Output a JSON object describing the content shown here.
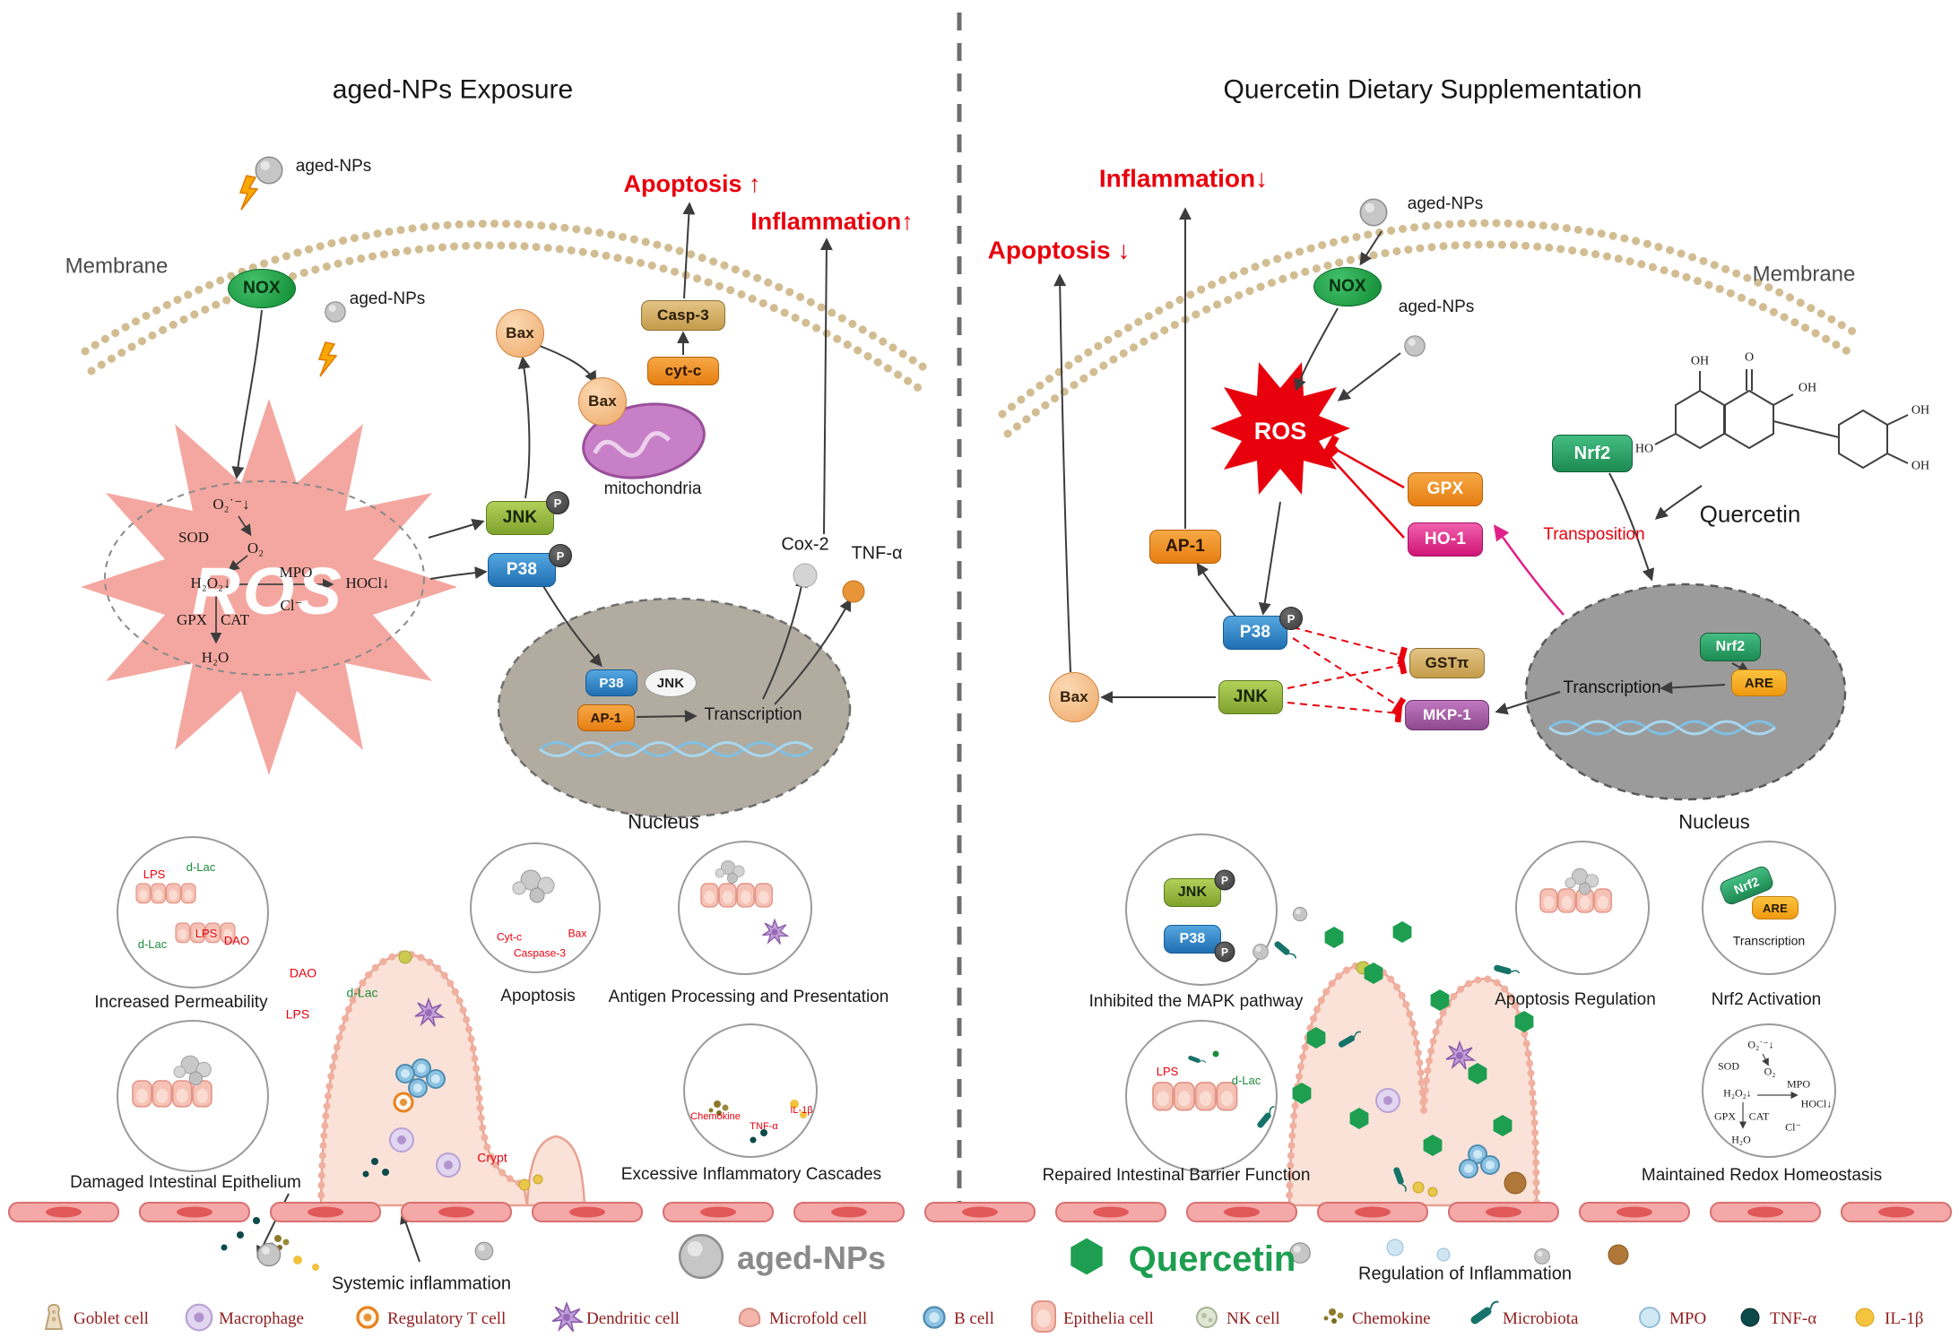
{
  "sym": {
    "p": "P"
  },
  "left": {
    "title": "aged-NPs Exposure",
    "membrane": "Membrane",
    "aged_nps": "aged-NPs",
    "nox": "NOX",
    "ros": "ROS",
    "redox": {
      "o2rad": "O₂˙⁻↓",
      "sod": "SOD",
      "o2": "O₂",
      "h2o2": "H₂O₂↓",
      "mpo": "MPO",
      "hocl": "HOCl↓",
      "gpx": "GPX",
      "cat": "CAT",
      "cl": "Cl⁻",
      "h2o": "H₂O"
    },
    "jnk": "JNK",
    "p38": "P38",
    "bax": "Bax",
    "mitochondria": "mitochondria",
    "cytc": "cyt-c",
    "casp3": "Casp-3",
    "apoptosis": "Apoptosis ↑",
    "inflammation": "Inflammation↑",
    "cox2": "Cox-2",
    "tnf": "TNF-α",
    "ap1": "AP-1",
    "transcription": "Transcription",
    "nucleus": "Nucleus",
    "dao": "DAO",
    "lps": "LPS",
    "dlac": "d-Lac",
    "crypt": "Crypt",
    "c1": {
      "caption": "Increased Permeability"
    },
    "c2": {
      "caption": "Apoptosis",
      "cytc": "Cyt-c",
      "bax": "Bax",
      "casp": "Caspase-3"
    },
    "c3": {
      "caption": "Antigen Processing and Presentation"
    },
    "c4": {
      "caption": "Damaged Intestinal Epithelium"
    },
    "c5": {
      "caption": "Excessive Inflammatory Cascades",
      "chemokine": "Chemokine",
      "tnf": "TNF-α",
      "il1b": "IL-1β"
    },
    "systemic": "Systemic inflammation",
    "aged_big": "aged-NPs"
  },
  "right": {
    "title": "Quercetin Dietary Supplementation",
    "inflammation": "Inflammation↓",
    "apoptosis": "Apoptosis ↓",
    "aged_nps": "aged-NPs",
    "nox": "NOX",
    "membrane": "Membrane",
    "ros": "ROS",
    "gpx": "GPX",
    "ho1": "HO-1",
    "nrf2": "Nrf2",
    "transposition": "Transposition",
    "quercetin": "Quercetin",
    "oh": "OH",
    "ho": "HO",
    "o": "O",
    "ap1": "AP-1",
    "p38": "P38",
    "jnk": "JNK",
    "gst": "GSTπ",
    "mkp1": "MKP-1",
    "bax": "Bax",
    "are": "ARE",
    "transcription": "Transcription",
    "nucleus": "Nucleus",
    "c6": {
      "caption": "Inhibited the MAPK pathway"
    },
    "c7": {
      "caption": "Apoptosis Regulation"
    },
    "c8": {
      "caption": "Nrf2 Activation"
    },
    "c9": {
      "caption": "Repaired Intestinal Barrier Function",
      "lps": "LPS",
      "dlac": "d-Lac"
    },
    "c10": {
      "caption": "Maintained Redox Homeostasis",
      "items": [
        "O₂˙⁻↓",
        "SOD",
        "O₂",
        "H₂O₂↓",
        "MPO",
        "HOCl↓",
        "GPX",
        "CAT",
        "Cl⁻",
        "H₂O"
      ]
    },
    "regulation": "Regulation of Inflammation",
    "quercetin_big": "Quercetin"
  },
  "legend": {
    "items": [
      {
        "label": "Goblet cell"
      },
      {
        "label": "Macrophage"
      },
      {
        "label": "Regulatory T cell"
      },
      {
        "label": "Dendritic cell"
      },
      {
        "label": "Microfold cell"
      },
      {
        "label": "B cell"
      },
      {
        "label": "Epithelia cell"
      },
      {
        "label": "NK cell"
      },
      {
        "label": "Chemokine"
      },
      {
        "label": "Microbiota"
      },
      {
        "label": "MPO"
      },
      {
        "label": "TNF-α"
      },
      {
        "label": "IL-1β"
      }
    ]
  }
}
